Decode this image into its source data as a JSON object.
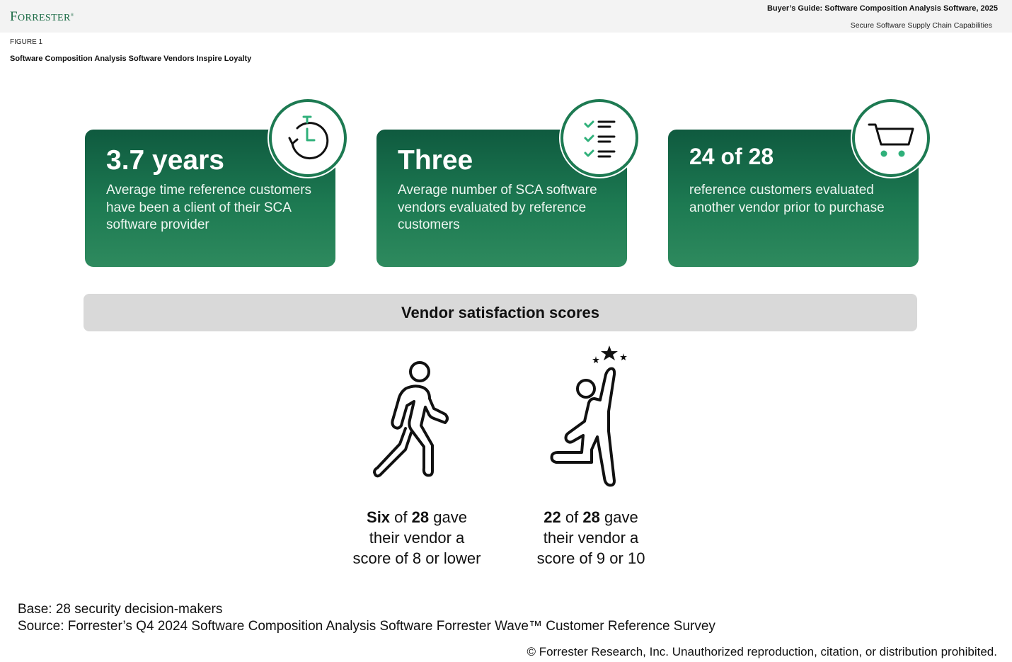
{
  "header": {
    "logo": "Forrester",
    "doc_title": "Buyer’s Guide: Software Composition Analysis Software, 2025",
    "doc_subtitle": "Secure Software Supply Chain Capabilities"
  },
  "figure": {
    "label": "FIGURE 1",
    "title": "Software Composition Analysis Software Vendors Inspire Loyalty"
  },
  "cards": [
    {
      "stat": "3.7 years",
      "description": "Average time reference customers have been a client of their SCA software provider",
      "icon": "stopwatch-icon"
    },
    {
      "stat": "Three",
      "description": "Average number of SCA software vendors evaluated by reference customers",
      "icon": "checklist-icon"
    },
    {
      "stat": "24 of 28",
      "description": "reference customers evaluated another vendor prior to purchase",
      "icon": "shopping-cart-icon"
    }
  ],
  "satisfaction": {
    "heading": "Vendor satisfaction scores",
    "items": [
      {
        "icon": "walking-person-icon",
        "count": "Six",
        "of": "of",
        "total": "28",
        "gave": "gave",
        "line2": "their vendor a",
        "line3": "score of 8 or lower"
      },
      {
        "icon": "cheering-person-icon",
        "count": "22",
        "of": "of",
        "total": "28",
        "gave": "gave",
        "line2": "their vendor a",
        "line3": "score of 9 or 10"
      }
    ]
  },
  "footer": {
    "base": "Base: 28 security decision-makers",
    "source": "Source: Forrester’s Q4 2024 Software Composition Analysis Software Forrester Wave™ Customer Reference Survey",
    "copyright": "© Forrester Research, Inc. Unauthorized reproduction, citation, or distribution prohibited."
  },
  "colors": {
    "brand_green": "#1d7a52",
    "dark_green": "#0f5a3f",
    "accent_green": "#2fb07a",
    "bar_gray": "#d9d9d9"
  }
}
